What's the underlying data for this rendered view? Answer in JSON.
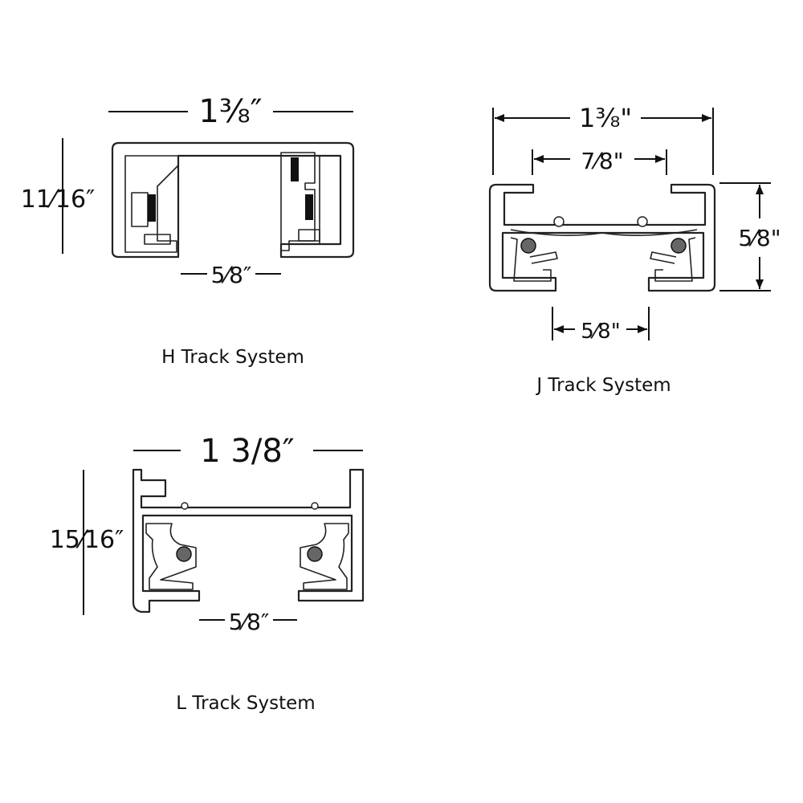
{
  "h_track": {
    "caption": "H Track System",
    "width_label": "1⅜″",
    "height_label": "11⁄16″",
    "opening_label": "5⁄8″"
  },
  "j_track": {
    "caption": "J Track System",
    "width_label": "1⅜\"",
    "inner_label": "7⁄8\"",
    "height_label": "5⁄8\"",
    "opening_label": "5⁄8\""
  },
  "l_track": {
    "caption": "L Track System",
    "width_label": "1 3/8″",
    "height_label": "15⁄16″",
    "opening_label": "5⁄8″"
  }
}
